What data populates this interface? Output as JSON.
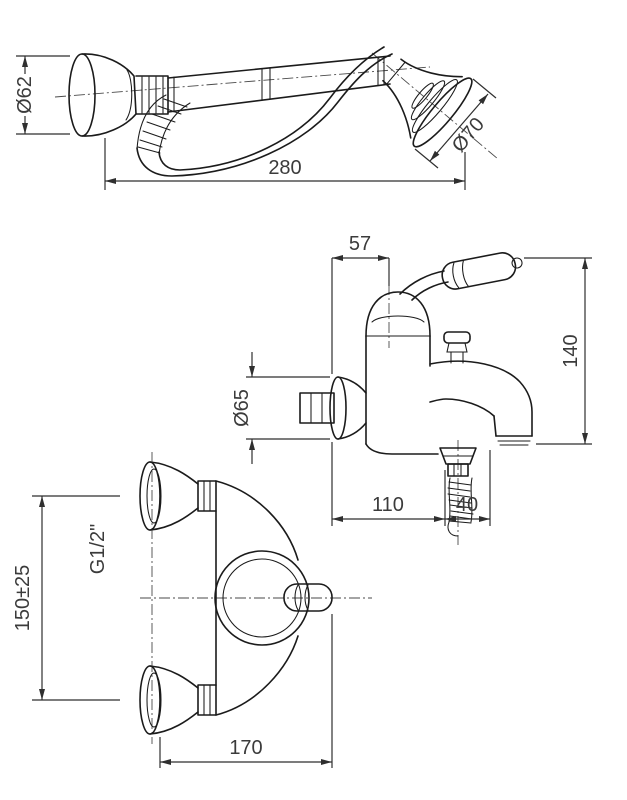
{
  "page": {
    "background": "#ffffff",
    "line_color": "#1b1b1b",
    "dimension_text_color": "#3b3b3b"
  },
  "dims": {
    "hand_shower": {
      "bracket_diameter": "Ø62",
      "head_diameter": "Ø70",
      "length": "280"
    },
    "side_view": {
      "handle_offset": "57",
      "height": "140",
      "flange_diameter": "Ø65",
      "wall_to_hose": "110",
      "hose_to_spout": "40"
    },
    "front_view": {
      "thread_size": "G1/2\"",
      "mounting_distance": "150±25",
      "width": "170"
    }
  }
}
